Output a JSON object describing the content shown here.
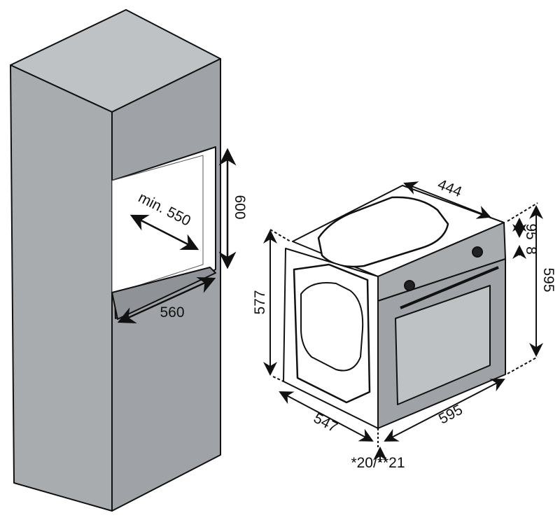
{
  "cabinet": {
    "opening_height": "600",
    "min_depth": "min. 550",
    "opening_width": "560"
  },
  "oven": {
    "depth_top": "444",
    "panel_height": "95",
    "gap": "8",
    "height": "595",
    "side_height": "577",
    "depth": "547",
    "width": "595",
    "door_offset": "*20/**21"
  },
  "colors": {
    "panel": "#a9acaf",
    "panel_dark": "#8f9296",
    "line": "#111111"
  }
}
